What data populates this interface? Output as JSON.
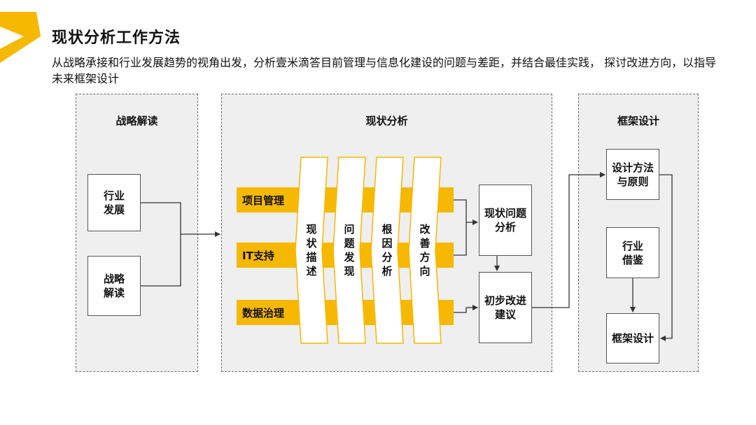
{
  "header": {
    "title": "现状分析工作方法",
    "description": "从战略承接和行业发展趋势的视角出发，分析壹米滴答目前管理与信息化建设的问题与差距，并结合最佳实践，  探讨改进方向，以指导未来框架设计"
  },
  "panels": {
    "strategy": {
      "title": "战略解读",
      "boxes": [
        "行业发展",
        "战略解读"
      ]
    },
    "analysis": {
      "title": "现状分析",
      "bands": [
        "项目管理",
        "IT支持",
        "数据治理"
      ],
      "columns": [
        "现状描述",
        "问题发现",
        "根因分析",
        "改善方向"
      ],
      "outputs": [
        "现状问题分析",
        "初步改进建议"
      ]
    },
    "framework": {
      "title": "框架设计",
      "boxes": [
        "设计方法与原则",
        "行业借鉴",
        "框架设计"
      ]
    }
  },
  "colors": {
    "accent": "#f6b800",
    "panel_bg": "#efefef"
  }
}
